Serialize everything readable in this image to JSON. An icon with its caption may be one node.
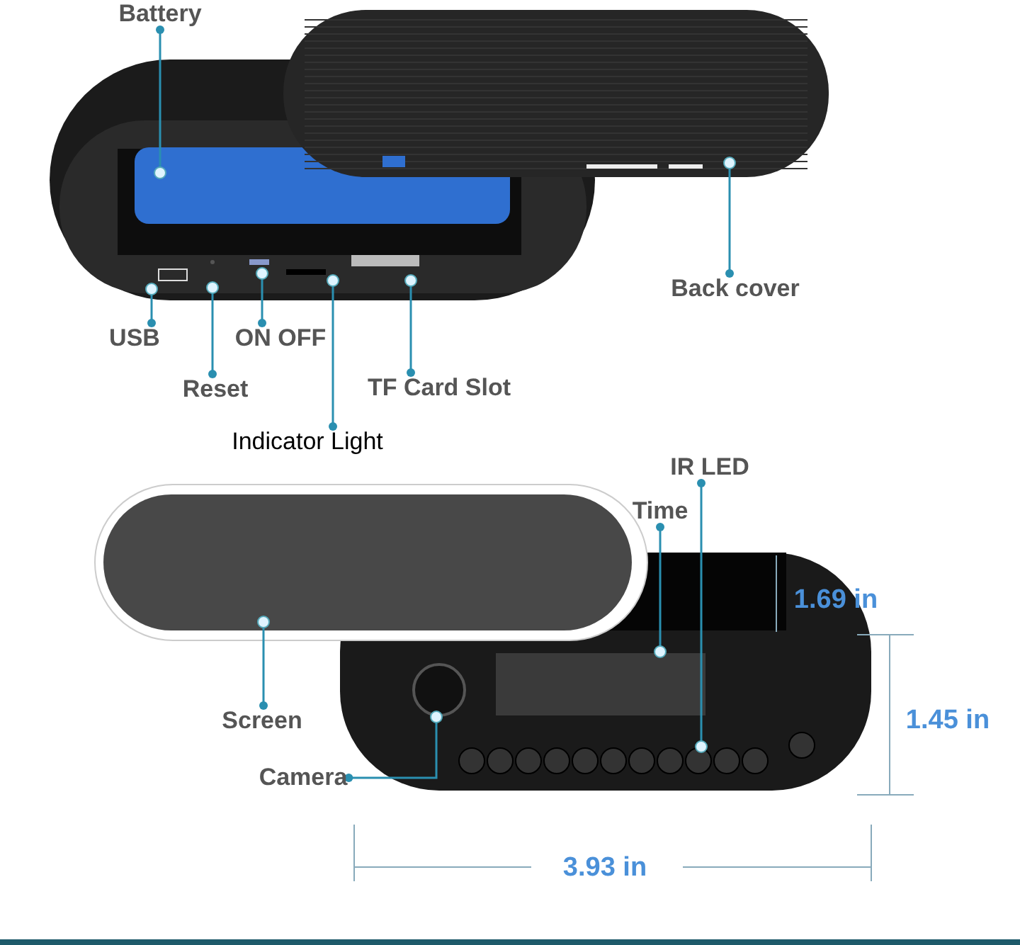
{
  "diagram": {
    "nodes": [
      {
        "text": [
          "Battery"
        ]
      },
      {
        "text": [
          "Back cover"
        ]
      },
      {
        "text": [
          "USB"
        ]
      },
      {
        "text": [
          "ON OFF"
        ]
      },
      {
        "text": [
          "Reset"
        ]
      },
      {
        "text": [
          "TF Card Slot"
        ]
      },
      {
        "text": [
          "Indicator Light"
        ]
      },
      {
        "text": [
          "IR LED"
        ]
      },
      {
        "text": [
          "Time"
        ]
      },
      {
        "text": [
          "Screen"
        ]
      },
      {
        "text": [
          "Camera"
        ]
      },
      {
        "text": [],
        "shape": "circle"
      },
      {
        "text": [],
        "shape": "box"
      },
      {
        "text": [],
        "shape": "circle"
      },
      {
        "text": [],
        "shape": "box"
      }
    ],
    "edges": [
      {
        "from": 0,
        "to": null,
        "arrow": "other"
      },
      {
        "from": 1,
        "to": null,
        "arrow": "other"
      },
      {
        "from": 2,
        "to": null,
        "arrow": "other"
      },
      {
        "from": 3,
        "to": null,
        "arrow": "other"
      },
      {
        "from": 4,
        "to": null,
        "arrow": "other"
      },
      {
        "from": 5,
        "to": null,
        "arrow": "other"
      },
      {
        "from": 6,
        "to": null,
        "arrow": "other"
      },
      {
        "from": 7,
        "to": 13,
        "arrow": "other"
      },
      {
        "from": 8,
        "to": 14,
        "arrow": "other"
      },
      {
        "from": 9,
        "to": 12,
        "arrow": "other"
      },
      {
        "from": 10,
        "to": 11,
        "arrow": "other"
      }
    ],
    "labels": [
      "1.69 in",
      "1.45 in",
      "3.93 in"
    ]
  }
}
